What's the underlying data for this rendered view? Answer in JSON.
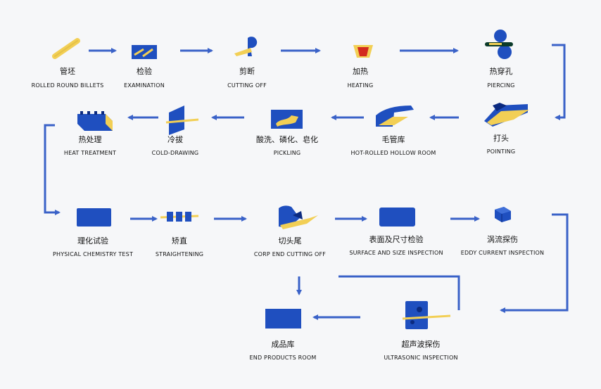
{
  "steps": [
    {
      "zh": "管坯",
      "en": "ROLLED ROUND BILLETS",
      "icon": "billet-icon"
    },
    {
      "zh": "检验",
      "en": "EXAMINATION",
      "icon": "examination-icon"
    },
    {
      "zh": "剪断",
      "en": "CUTTING OFF",
      "icon": "shear-icon"
    },
    {
      "zh": "加热",
      "en": "HEATING",
      "icon": "furnace-icon"
    },
    {
      "zh": "热穿孔",
      "en": "PIERCING",
      "icon": "piercing-mill-icon"
    },
    {
      "zh": "打头",
      "en": "POINTING",
      "icon": "pointing-icon"
    },
    {
      "zh": "毛管库",
      "en": "HOT-ROLLED HOLLOW ROOM",
      "icon": "hollow-room-icon"
    },
    {
      "zh": "酸洗、磷化、皂化",
      "en": "PICKLING",
      "icon": "pickling-tank-icon"
    },
    {
      "zh": "冷拔",
      "en": "COLD-DRAWING",
      "icon": "cold-drawing-icon"
    },
    {
      "zh": "热处理",
      "en": "HEAT TREATMENT",
      "icon": "heat-treatment-icon"
    },
    {
      "zh": "理化试验",
      "en": "PHYSICAL CHEMISTRY TEST",
      "icon": "test-block-icon"
    },
    {
      "zh": "矫直",
      "en": "STRAIGHTENING",
      "icon": "straightener-icon"
    },
    {
      "zh": "切头尾",
      "en": "CORP END CUTTING OFF",
      "icon": "end-cutter-icon"
    },
    {
      "zh": "表面及尺寸检验",
      "en": "SURFACE AND SIZE INSPECTION",
      "icon": "inspection-block-icon"
    },
    {
      "zh": "涡流探伤",
      "en": "EDDY CURRENT INSPECTION",
      "icon": "eddy-cube-icon"
    },
    {
      "zh": "超声波探伤",
      "en": "ULTRASONIC INSPECTION",
      "icon": "ultrasonic-icon"
    },
    {
      "zh": "成品库",
      "en": "END PRODUCTS ROOM",
      "icon": "products-room-icon"
    }
  ],
  "colors": {
    "blue": "#1f4fbf",
    "arrow": "#3a62c8",
    "yellow": "#f2cf55",
    "red": "#d32a1e",
    "dark": "#0b2a80"
  }
}
